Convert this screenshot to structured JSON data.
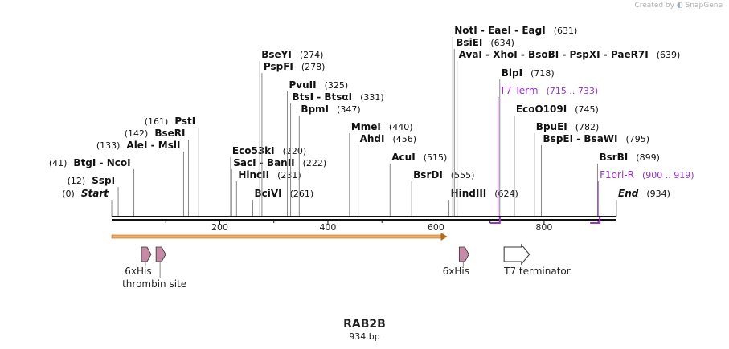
{
  "credit": {
    "text": "Created by",
    "brand": "SnapGene"
  },
  "map": {
    "name": "RAB2B",
    "length_label": "934 bp",
    "length": 934,
    "ticks": [
      200,
      400,
      600,
      800
    ],
    "colors": {
      "enzyme": "#111111",
      "term": "#9933cc",
      "feature": "#c48aa6",
      "orf": "#f2b066",
      "line": "#888888"
    }
  },
  "sites": [
    {
      "name": "Start",
      "label": "(0)",
      "pos": 0,
      "style": "italic",
      "label_side": "left"
    },
    {
      "name": "SspI",
      "label": "(12)",
      "pos": 12,
      "label_side": "left"
    },
    {
      "name": "BtgI  -  NcoI",
      "label": "(41)",
      "pos": 41,
      "label_side": "left"
    },
    {
      "name": "AleI  -  MslI",
      "label": "(133)",
      "pos": 133,
      "label_side": "left"
    },
    {
      "name": "BseRI",
      "label": "(142)",
      "pos": 142,
      "label_side": "left"
    },
    {
      "name": "PstI",
      "label": "(161)",
      "pos": 161,
      "label_side": "left"
    },
    {
      "name": "Eco53kI",
      "label": "(220)",
      "pos": 220
    },
    {
      "name": "SacI  -  BanII",
      "label": "(222)",
      "pos": 222
    },
    {
      "name": "HincII",
      "label": "(231)",
      "pos": 231
    },
    {
      "name": "BciVI",
      "label": "(261)",
      "pos": 261
    },
    {
      "name": "BseYI",
      "label": "(274)",
      "pos": 274
    },
    {
      "name": "PspFI",
      "label": "(278)",
      "pos": 278
    },
    {
      "name": "PvuII",
      "label": "(325)",
      "pos": 325
    },
    {
      "name": "BtsI  -  BtsαI",
      "label": "(331)",
      "pos": 331
    },
    {
      "name": "BpmI",
      "label": "(347)",
      "pos": 347
    },
    {
      "name": "MmeI",
      "label": "(440)",
      "pos": 440
    },
    {
      "name": "AhdI",
      "label": "(456)",
      "pos": 456
    },
    {
      "name": "AcuI",
      "label": "(515)",
      "pos": 515
    },
    {
      "name": "BsrDI",
      "label": "(555)",
      "pos": 555
    },
    {
      "name": "HindIII",
      "label": "(624)",
      "pos": 624
    },
    {
      "name": "NotI  -  EaeI  -  EagI",
      "label": "(631)",
      "pos": 631
    },
    {
      "name": "BsiEI",
      "label": "(634)",
      "pos": 634
    },
    {
      "name": "AvaI  -  XhoI  -  BsoBI  -  PspXI  -  PaeR7I",
      "label": "(639)",
      "pos": 639
    },
    {
      "name": "BlpI",
      "label": "(718)",
      "pos": 718
    },
    {
      "name": "T7 Term",
      "label": "(715 .. 733)",
      "pos": 715,
      "style": "feature"
    },
    {
      "name": "EcoO109I",
      "label": "(745)",
      "pos": 745
    },
    {
      "name": "BpuEI",
      "label": "(782)",
      "pos": 782
    },
    {
      "name": "BspEI  -  BsaWI",
      "label": "(795)",
      "pos": 795
    },
    {
      "name": "BsrBI",
      "label": "(899)",
      "pos": 899
    },
    {
      "name": "F1ori-R",
      "label": "(900 .. 919)",
      "pos": 900,
      "style": "feature"
    },
    {
      "name": "End",
      "label": "(934)",
      "pos": 934,
      "style": "italic"
    }
  ],
  "features": [
    {
      "name": "6xHis",
      "start": 55,
      "end": 72,
      "type": "his"
    },
    {
      "name": "thrombin site",
      "start": 82,
      "end": 99,
      "type": "thrombin"
    },
    {
      "name": "6xHis",
      "start": 643,
      "end": 660,
      "type": "his"
    },
    {
      "name": "T7 terminator",
      "start": 726,
      "end": 773,
      "type": "terminator"
    }
  ],
  "orf": {
    "start": 0,
    "end": 621
  }
}
